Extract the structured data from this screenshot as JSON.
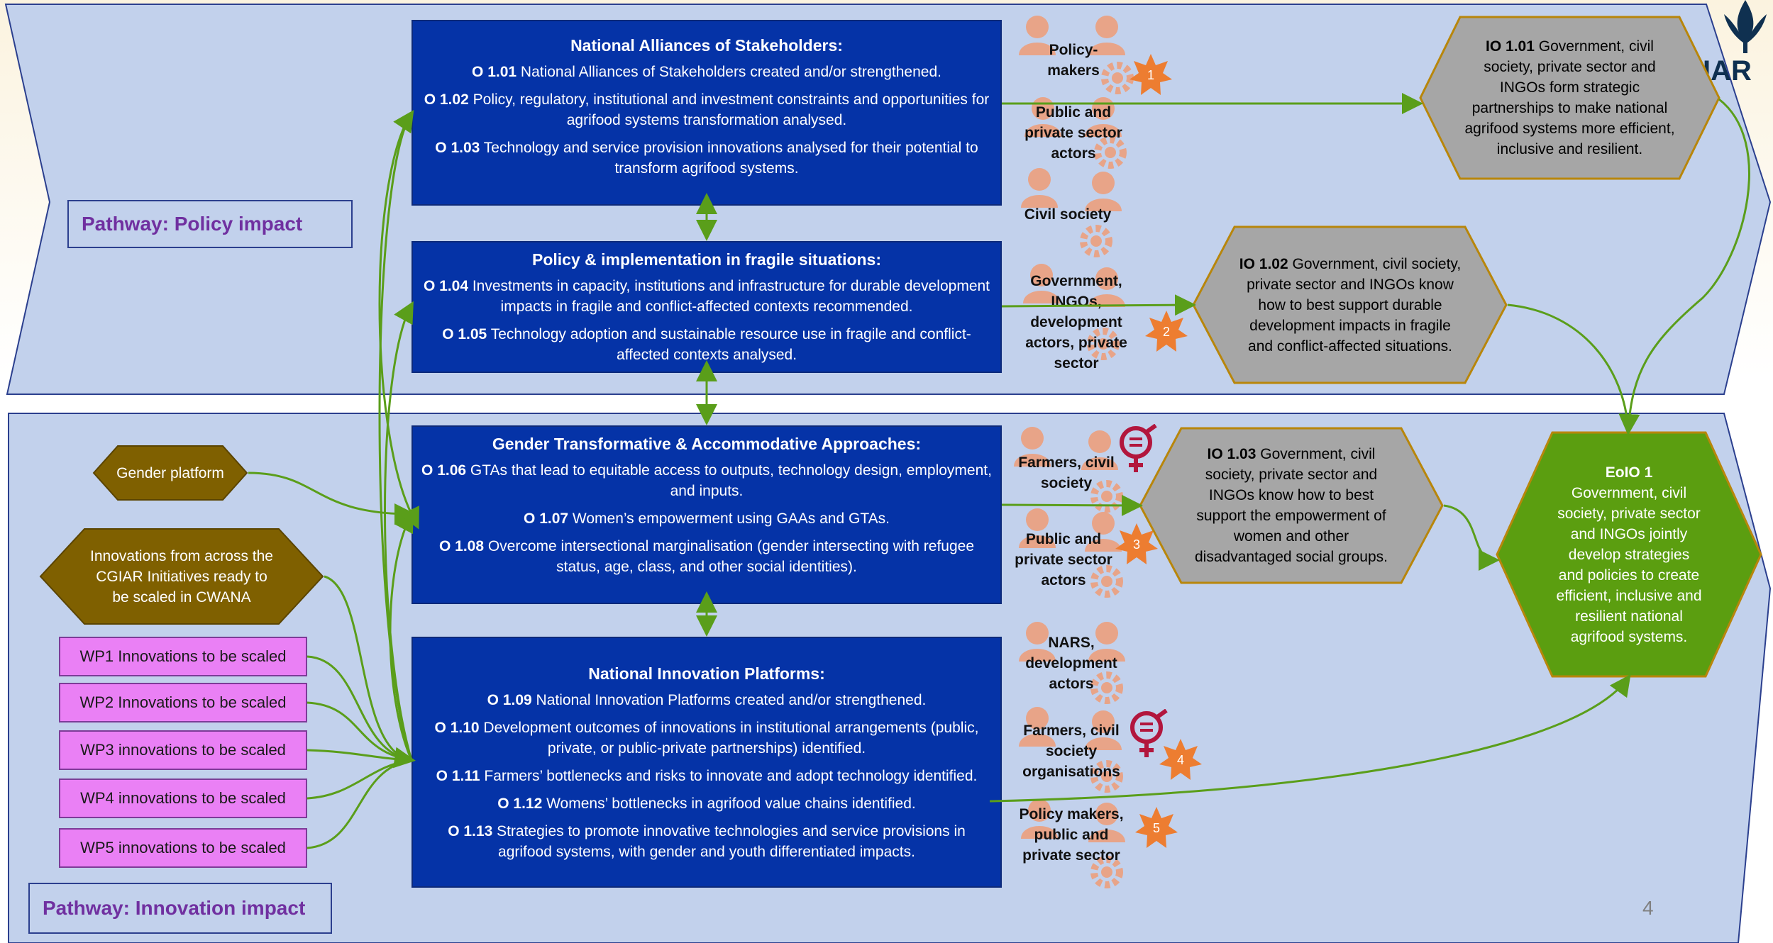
{
  "colors": {
    "band": "#c2d1ec",
    "band_stroke": "#2b3f8e",
    "box_fill": "#0533a7",
    "outcome_hex": "#a6a6a6",
    "gold_hex": "#7f6000",
    "eoio_fill": "#5b9e10",
    "wp_fill": "#ea80f5",
    "arrow": "#5a9e1a",
    "star": "#ed7d31",
    "people": "#e8a488",
    "gender_symbol": "#b2163d"
  },
  "logo": {
    "text": "IAR",
    "icon": "cgiar-wheat-icon"
  },
  "page_number": "4",
  "pathways": {
    "policy": "Pathway: Policy impact",
    "innovation": "Pathway: Innovation impact"
  },
  "boxes": {
    "national_alliances": {
      "title": "National Alliances of Stakeholders:",
      "items": [
        {
          "code": "O 1.01",
          "text": " National Alliances of Stakeholders created and/or strengthened."
        },
        {
          "code": "O 1.02",
          "text": " Policy, regulatory, institutional and investment constraints and opportunities for agrifood systems transformation analysed."
        },
        {
          "code": "O 1.03",
          "text": " Technology and service provision innovations analysed for their potential to transform agrifood systems."
        }
      ]
    },
    "fragile": {
      "title": "Policy & implementation in fragile situations:",
      "items": [
        {
          "code": "O 1.04",
          "text": " Investments in capacity, institutions and infrastructure for durable development impacts in fragile and conflict-affected contexts recommended."
        },
        {
          "code": "O 1.05",
          "text": " Technology adoption and sustainable resource use in fragile and conflict-affected contexts analysed."
        }
      ]
    },
    "gender": {
      "title": "Gender Transformative & Accommodative Approaches:",
      "items": [
        {
          "code": "O 1.06",
          "text": " GTAs that lead to equitable access to outputs, technology design, employment, and inputs."
        },
        {
          "code": "O 1.07",
          "text": " Women’s empowerment using GAAs and GTAs."
        },
        {
          "code": "O 1.08",
          "text": " Overcome intersectional marginalisation (gender intersecting with refugee status, age, class, and other social identities)."
        }
      ]
    },
    "innovation_platforms": {
      "title": "National Innovation Platforms:",
      "items": [
        {
          "code": "O 1.09",
          "text": " National Innovation Platforms created and/or strengthened."
        },
        {
          "code": "O 1.10",
          "text": " Development outcomes of innovations in institutional arrangements (public, private, or public-private partnerships) identified."
        },
        {
          "code": "O 1.11",
          "text": " Farmers’ bottlenecks and risks to innovate and adopt technology identified."
        },
        {
          "code": "O 1.12",
          "text": " Womens’ bottlenecks in agrifood value chains identified."
        },
        {
          "code": "O 1.13",
          "text": " Strategies to promote innovative technologies and service provisions in agrifood systems, with gender and youth differentiated impacts."
        }
      ]
    }
  },
  "actors": {
    "policy_makers": "Policy-\nmakers",
    "public_private_1": "Public and private sector actors",
    "civil_society": "Civil society",
    "gov_ingos": "Government, INGOs, development actors, private sector",
    "farmers_civil_1": "Farmers, civil society",
    "public_private_2": "Public and private sector actors",
    "nars": "NARS, development actors",
    "farmers_civil_org": "Farmers, civil society organisations",
    "policy_makers_public": "Policy makers, public and private sector"
  },
  "stars": [
    "1",
    "2",
    "3",
    "4",
    "5"
  ],
  "intermediate_outcomes": {
    "io101": {
      "code": "IO 1.01",
      "text": " Government, civil society, private sector and INGOs form strategic partnerships to make national agrifood systems more efficient, inclusive and resilient."
    },
    "io102": {
      "code": "IO 1.02",
      "text": " Government, civil society, private sector and INGOs know how to best support durable development impacts in fragile and conflict-affected situations."
    },
    "io103": {
      "code": "IO 1.03",
      "text": " Government, civil society, private sector and INGOs know how to best support the empowerment of women and other disadvantaged social groups."
    }
  },
  "eoio": {
    "code": "EoIO 1",
    "text": "Government, civil society, private sector and INGOs jointly develop strategies and policies to create efficient, inclusive and resilient national agrifood systems."
  },
  "left_inputs": {
    "gender_platform": "Gender platform",
    "cgiar_innovations": "Innovations from across the CGIAR Initiatives ready to be scaled in CWANA",
    "wps": [
      "WP1 Innovations to be scaled",
      "WP2 Innovations to be scaled",
      "WP3 innovations to be scaled",
      "WP4 innovations to be scaled",
      "WP5 innovations to be scaled"
    ]
  }
}
